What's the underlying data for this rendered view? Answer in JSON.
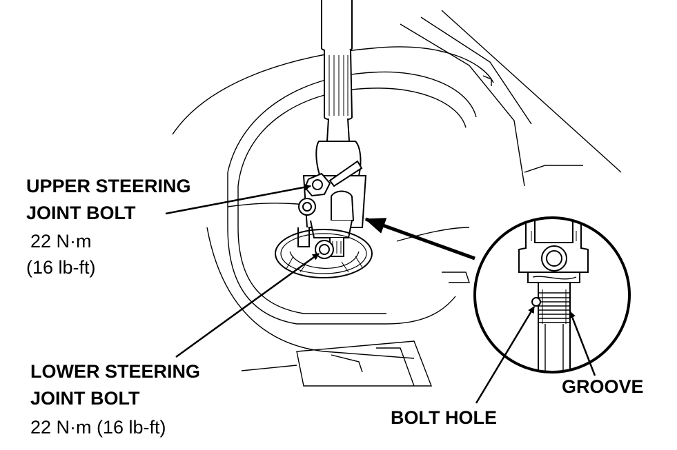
{
  "labels": {
    "upper_bolt_line1": "UPPER STEERING",
    "upper_bolt_line2": "JOINT BOLT",
    "upper_torque_nm": "22 N·m",
    "upper_torque_lbft": "(16 lb-ft)",
    "lower_bolt_line1": "LOWER STEERING",
    "lower_bolt_line2": "JOINT BOLT",
    "lower_torque": "22 N·m  (16 lb-ft)",
    "groove": "GROOVE",
    "bolt_hole": "BOLT HOLE"
  },
  "colors": {
    "ink": "#000000",
    "paper": "#ffffff"
  }
}
